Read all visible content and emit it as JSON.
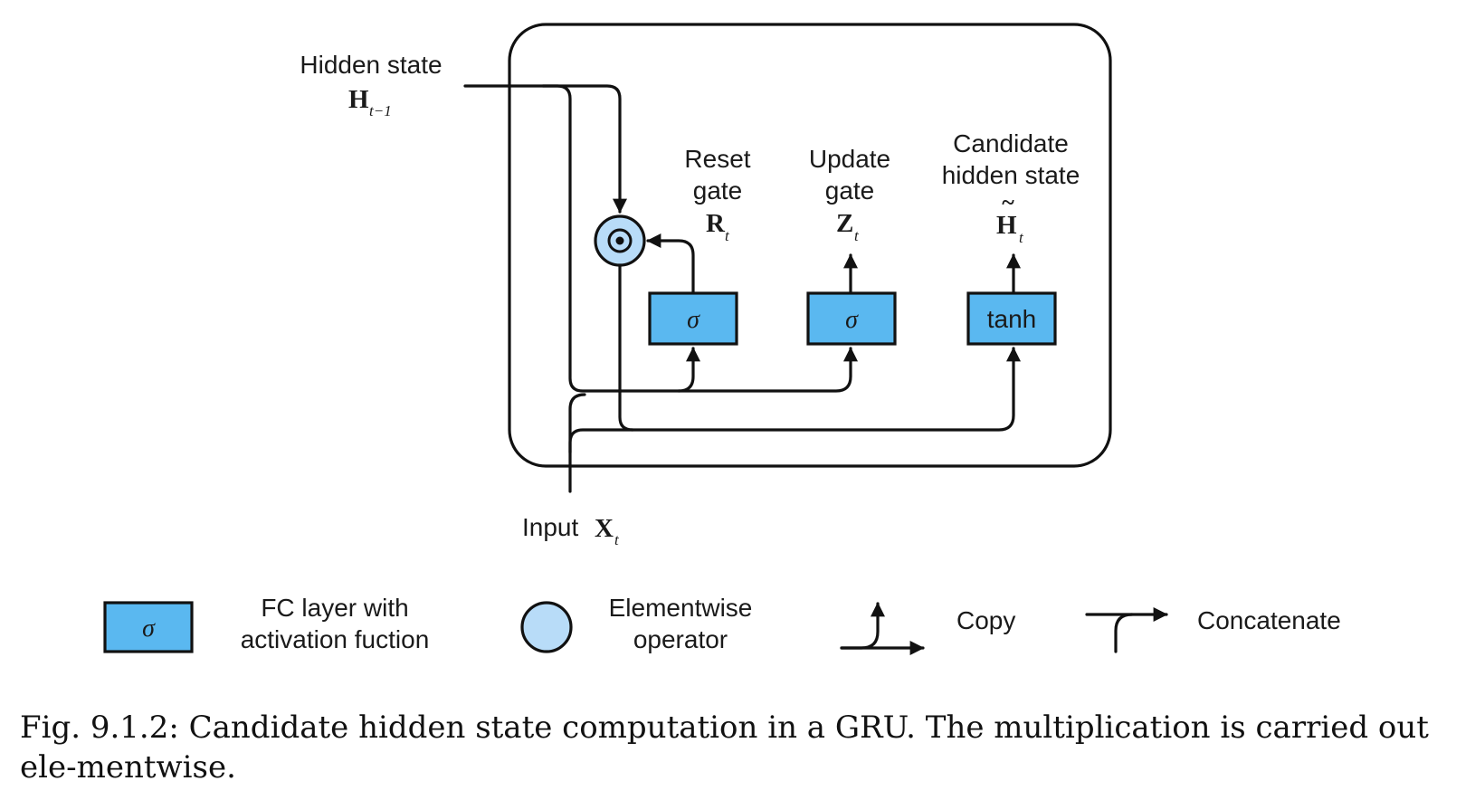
{
  "colors": {
    "fc_fill": "#5ab8f0",
    "op_fill": "#b8dcf8",
    "stroke": "#111111",
    "text": "#1a1a1a"
  },
  "inputs": {
    "hidden_label": "Hidden state",
    "hidden_sym": "H",
    "hidden_sub": "t−1",
    "input_label": "Input ",
    "input_sym": "X",
    "input_sub": "t"
  },
  "gates": {
    "reset": {
      "line1": "Reset",
      "line2": "gate",
      "sym": "R",
      "sub": "t",
      "fn": "σ"
    },
    "update": {
      "line1": "Update",
      "line2": "gate",
      "sym": "Z",
      "sub": "t",
      "fn": "σ"
    },
    "candidate": {
      "line1": "Candidate",
      "line2": "hidden state",
      "tilde": "~",
      "sym": "H",
      "sub": "t",
      "fn": "tanh"
    }
  },
  "operator": {
    "icon": "elementwise-product-icon"
  },
  "legend": {
    "fc_symbol": "σ",
    "fc_line1": "FC layer with",
    "fc_line2": "activation fuction",
    "op_line1": "Elementwise",
    "op_line2": "operator",
    "copy": "Copy",
    "concat": "Concatenate"
  },
  "caption": {
    "text": "Fig. 9.1.2: Candidate hidden state computation in a GRU. The multiplication is carried out ele-mentwise."
  }
}
